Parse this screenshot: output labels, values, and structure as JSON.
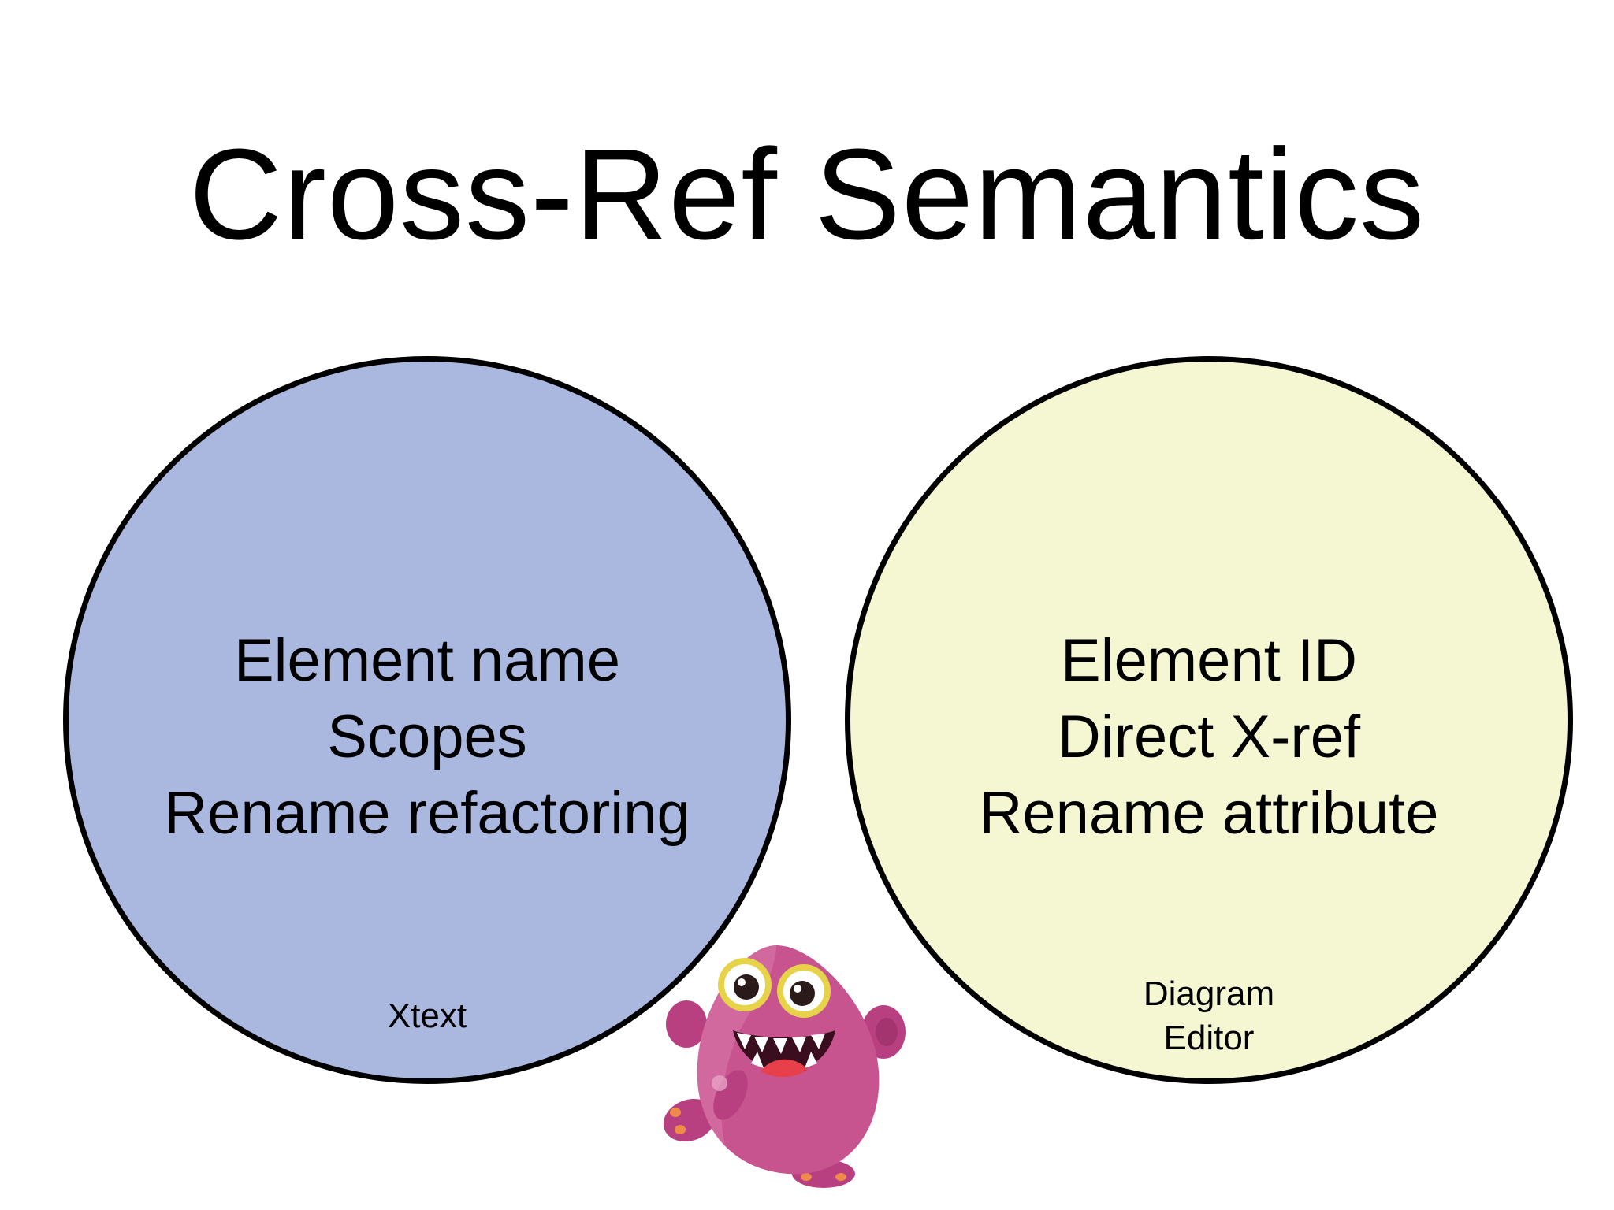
{
  "slide": {
    "title": "Cross-Ref Semantics"
  },
  "left_circle": {
    "items": [
      "Element name",
      "Scopes",
      "Rename refactoring"
    ],
    "caption": "Xtext",
    "fill_color": "#aab8e0"
  },
  "right_circle": {
    "items": [
      "Element ID",
      "Direct X-ref",
      "Rename attribute"
    ],
    "caption_lines": [
      "Diagram",
      "Editor"
    ],
    "fill_color": "#f5f6d2"
  },
  "mascot": {
    "icon": "monster-mascot-icon",
    "color": "#c8548f"
  }
}
